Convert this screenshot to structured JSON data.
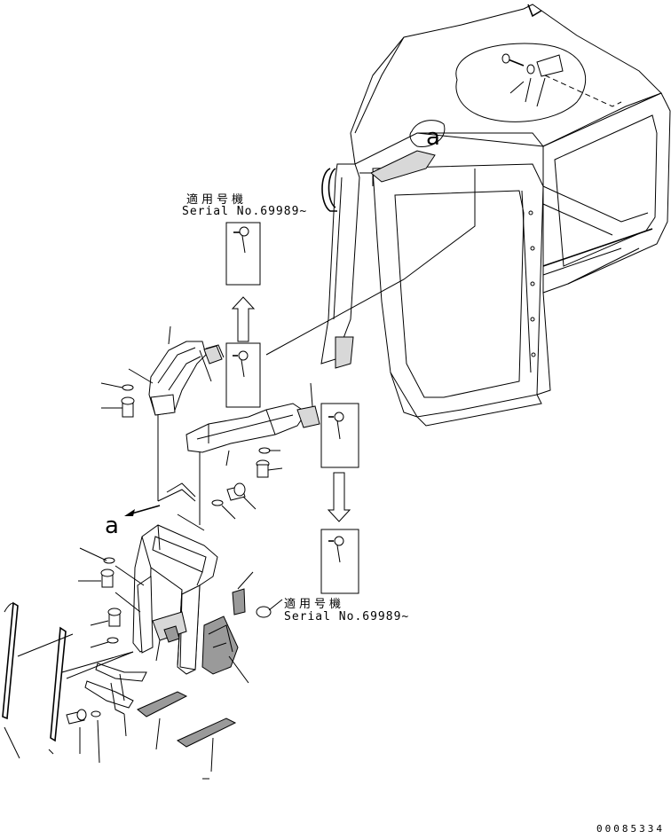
{
  "notes": {
    "serial_top_jp": "適用号機",
    "serial_top": "Serial No.69989~",
    "serial_bottom_jp": "適用号機",
    "serial_bottom": "Serial No.69989~"
  },
  "callouts": {
    "view_a_top": "a",
    "view_a_left": "a"
  },
  "document_number": "00085334"
}
